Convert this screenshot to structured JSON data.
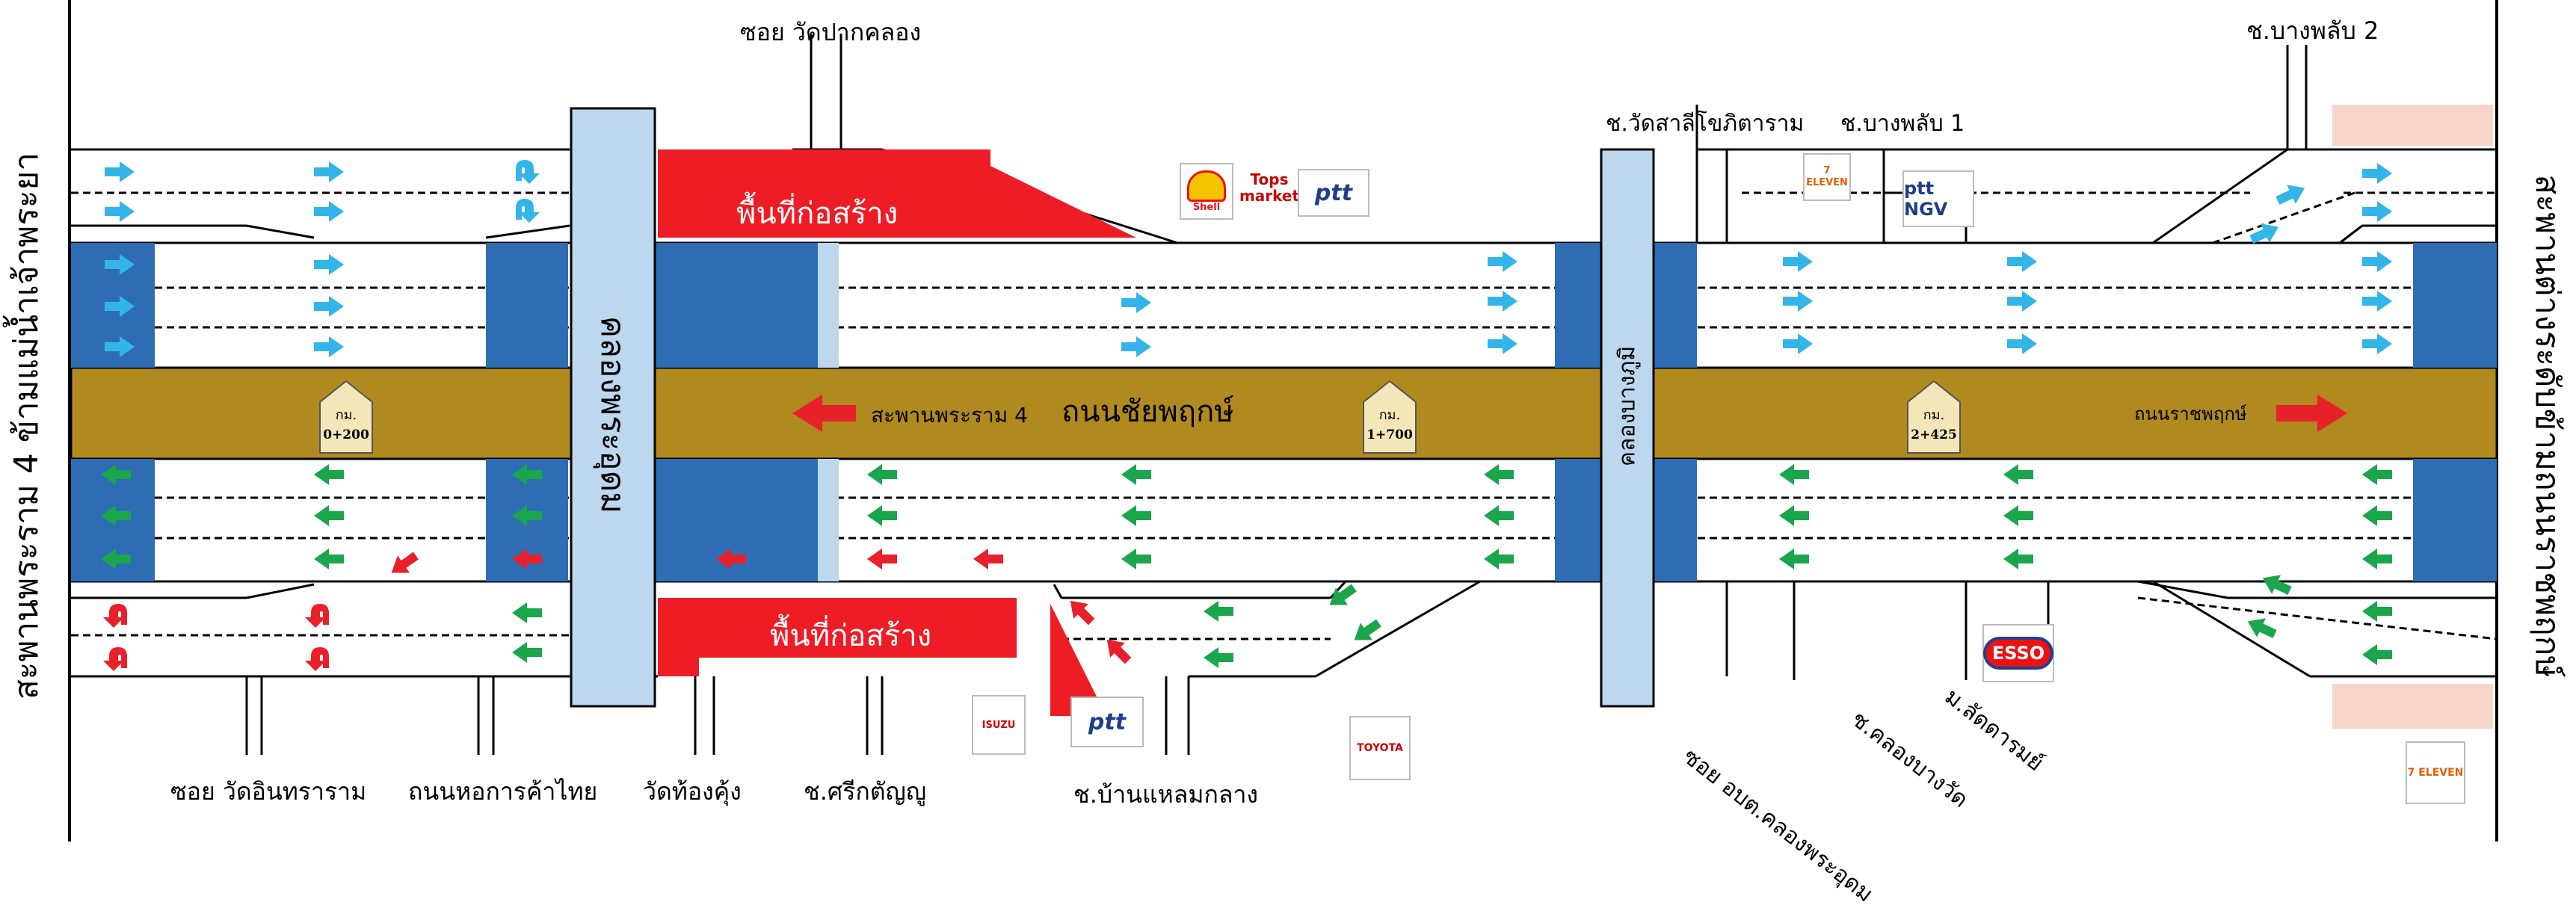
{
  "title": "ถนนชัยพฤกษ์",
  "left_edge_label": "สะพานพระราม 4 ข้ามแม่น้ำเจ้าพระยา",
  "right_edge_label": "สะพานต่างระดับข้ามถนนราชพฤกษ์",
  "canals": [
    "คลองพระอุดม",
    "คลองบางภูมิ"
  ],
  "direction_labels": {
    "west": "สะพานพระราม 4",
    "east": "ถนนราชพฤกษ์"
  },
  "construction_label": "พื้นที่ก่อสร้าง",
  "km_markers": [
    {
      "label": "กม.",
      "value": "0+200"
    },
    {
      "label": "กม.",
      "value": "1+700"
    },
    {
      "label": "กม.",
      "value": "2+425"
    }
  ],
  "streets_top": [
    "ซอย วัดปากคลอง",
    "ช.วัดสาลีโขภิตาราม",
    "ช.บางพลับ 1",
    "ช.บางพลับ 2"
  ],
  "streets_bottom": [
    "ซอย วัดอินทราราม",
    "ถนนหอการค้าไทย",
    "วัดท้องคุ้ง",
    "ช.ศรีกตัญญู",
    "ช.บ้านแหลมกลาง",
    "ซอย อบต.คลองพระอุดม",
    "ช.คลองบางวัด",
    "ม.ลัดดารมย์"
  ],
  "logos": [
    {
      "name": "shell",
      "text": "Shell"
    },
    {
      "name": "tops",
      "text": "Tops market"
    },
    {
      "name": "ptt",
      "text": "ptt"
    },
    {
      "name": "seven-eleven",
      "text": "7 ELEVEN"
    },
    {
      "name": "ptt-ngv",
      "text": "ptt NGV"
    },
    {
      "name": "isuzu",
      "text": "ISUZU"
    },
    {
      "name": "toyota",
      "text": "TOYOTA"
    },
    {
      "name": "esso",
      "text": "ESSO"
    }
  ],
  "colors": {
    "median": "#b08a1f",
    "lane_blue": "#2e6db4",
    "canal": "#bdd7ee",
    "construction": "#ee1c25",
    "arrow_cyan": "#33b5ea",
    "arrow_green": "#1aa64b",
    "arrow_red": "#e8202a",
    "corner_pink": "#f7d5c8"
  }
}
